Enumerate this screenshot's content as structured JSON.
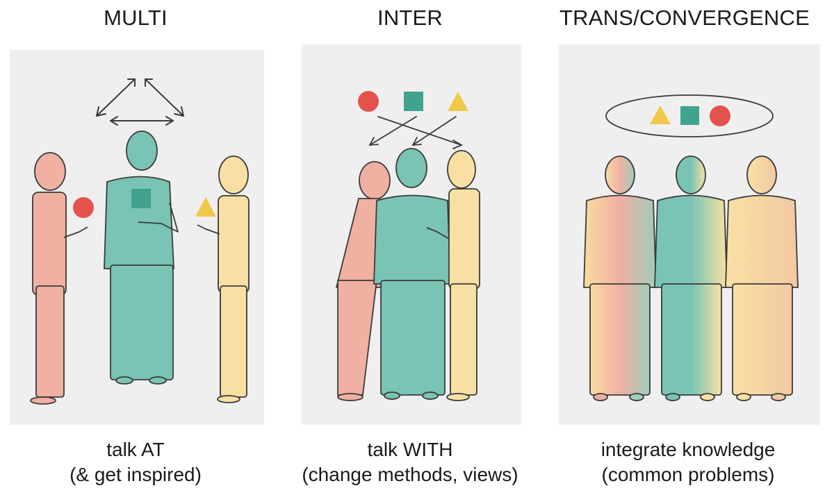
{
  "panels": [
    {
      "heading": "MULTI",
      "caption_line1": "talk AT",
      "caption_line2": "(& get inspired)"
    },
    {
      "heading": "INTER",
      "caption_line1": "talk WITH",
      "caption_line2": "(change methods, views)"
    },
    {
      "heading": "TRANS/CONVERGENCE",
      "caption_line1": "integrate knowledge",
      "caption_line2": "(common problems)"
    }
  ],
  "colors": {
    "red": "#e4524d",
    "green": "#3fa390",
    "yellow": "#f1c84a",
    "person_red": "#f0b0a2",
    "person_green": "#79c4b4",
    "person_yellow": "#f8e0a4",
    "outline": "#3a3a3a",
    "panel_bg": "#efefef"
  }
}
